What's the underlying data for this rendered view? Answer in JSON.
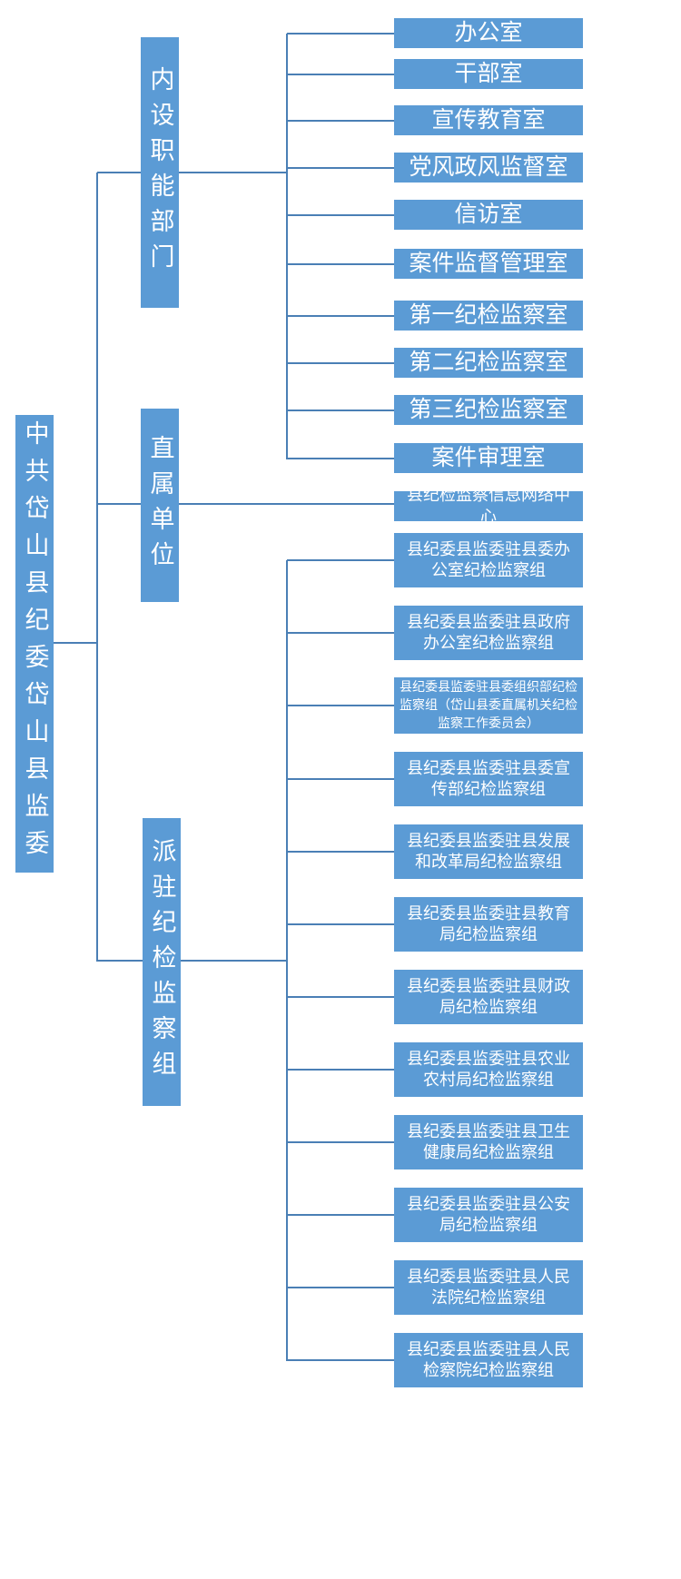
{
  "root": {
    "label": "中共岱山县纪委岱山县监委"
  },
  "branches": [
    {
      "label": "内设职能部门",
      "children": [
        "办公室",
        "干部室",
        "宣传教育室",
        "党风政风监督室",
        "信访室",
        "案件监督管理室",
        "第一纪检监察室",
        "第二纪检监察室",
        "第三纪检监察室",
        "案件审理室"
      ]
    },
    {
      "label": "直属单位",
      "children": [
        "县纪检监察信息网络中心"
      ]
    },
    {
      "label": "派驻纪检监察组",
      "children": [
        "县纪委县监委驻县委办公室纪检监察组",
        "县纪委县监委驻县政府办公室纪检监察组",
        "县纪委县监委驻县委组织部纪检监察组（岱山县委直属机关纪检监察工作委员会）",
        "县纪委县监委驻县委宣传部纪检监察组",
        "县纪委县监委驻县发展和改革局纪检监察组",
        "县纪委县监委驻县教育局纪检监察组",
        "县纪委县监委驻县财政局纪检监察组",
        "县纪委县监委驻县农业农村局纪检监察组",
        "县纪委县监委驻县卫生健康局纪检监察组",
        "县纪委县监委驻县公安局纪检监察组",
        "县纪委县监委驻县人民法院纪检监察组",
        "县纪委县监委驻县人民检察院纪检监察组"
      ]
    }
  ],
  "colors": {
    "box": "#5b9bd5",
    "line": "#4a7fb5",
    "text": "#ffffff"
  }
}
